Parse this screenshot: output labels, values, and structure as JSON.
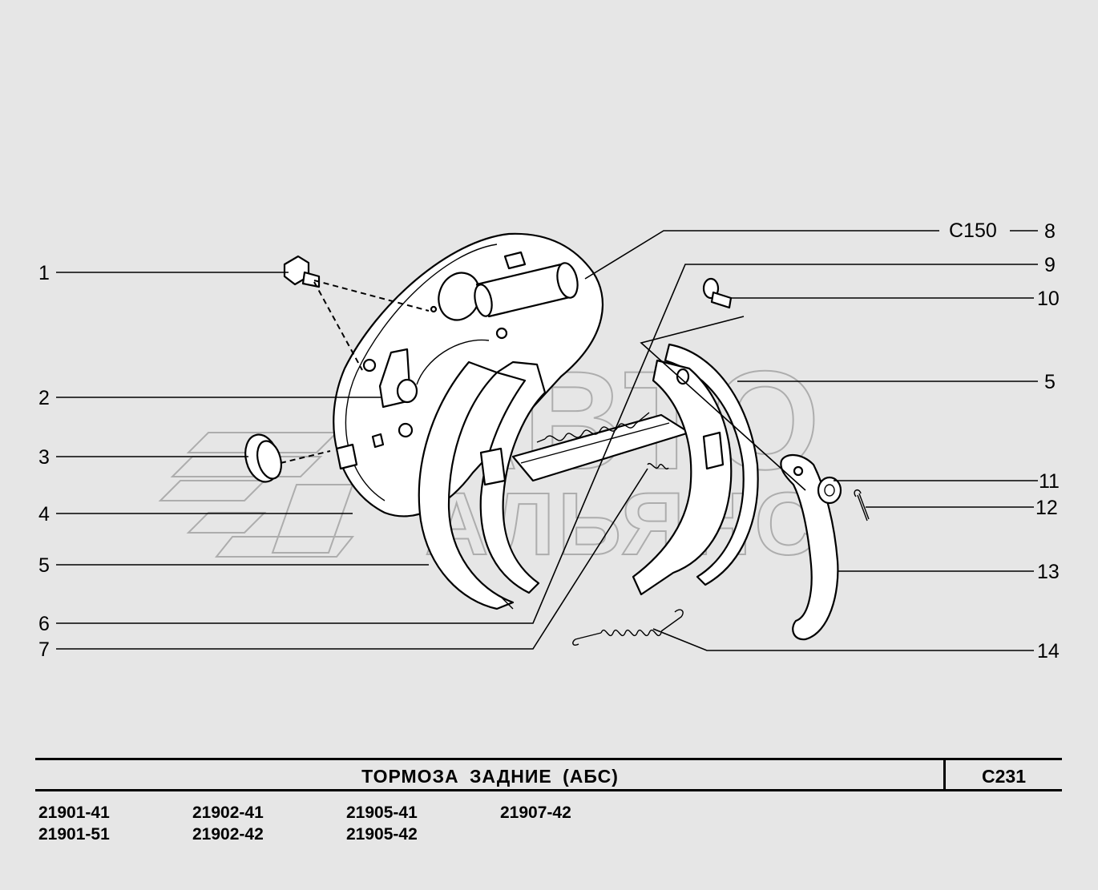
{
  "diagram": {
    "watermark": {
      "line1": "АВТО",
      "line2": "АЛЬЯНС"
    },
    "callouts": {
      "c1": "1",
      "c2": "2",
      "c3": "3",
      "c4": "4",
      "c5_left": "5",
      "c6": "6",
      "c7": "7",
      "c8": "8",
      "c8_ref": "C150",
      "c9": "9",
      "c10": "10",
      "c5_right": "5",
      "c11": "11",
      "c12": "12",
      "c13": "13",
      "c14": "14"
    }
  },
  "title_block": {
    "title": "ТОРМОЗА  ЗАДНИЕ  (АБС)",
    "page_code": "C231"
  },
  "models": [
    "21901-41",
    "21902-41",
    "21905-41",
    "21907-42",
    "21901-51",
    "21902-42",
    "21905-42"
  ]
}
